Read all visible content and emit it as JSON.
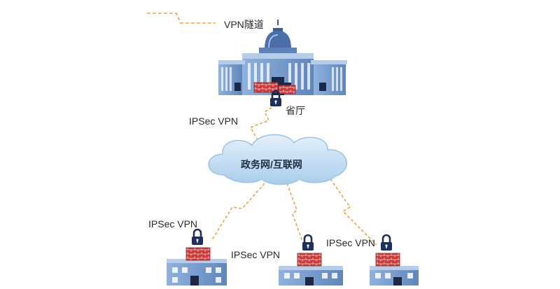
{
  "legend": {
    "label": "VPN隧道",
    "line_color": "#f0a040"
  },
  "nodes": {
    "headquarters": {
      "label": "省厅",
      "icon": "government-building-icon"
    },
    "network": {
      "label": "政务网/互联网",
      "icon": "cloud-icon"
    },
    "branches": [
      {
        "icon": "branch-building-icon"
      },
      {
        "icon": "branch-building-icon"
      },
      {
        "icon": "branch-building-icon"
      }
    ]
  },
  "links": {
    "top": {
      "label": "IPSec VPN"
    },
    "left": {
      "label": "IPSec VPN"
    },
    "middle": {
      "label": "IPSec VPN"
    },
    "right": {
      "label": "IPSec VPN"
    }
  },
  "colors": {
    "tunnel": "#f0a040",
    "building_blue": "#7fa3d2",
    "building_dark": "#3d5d92",
    "firewall_red": "#c8393a",
    "lock_navy": "#1d2f5e",
    "cloud_fill": "#cfe4f5"
  }
}
